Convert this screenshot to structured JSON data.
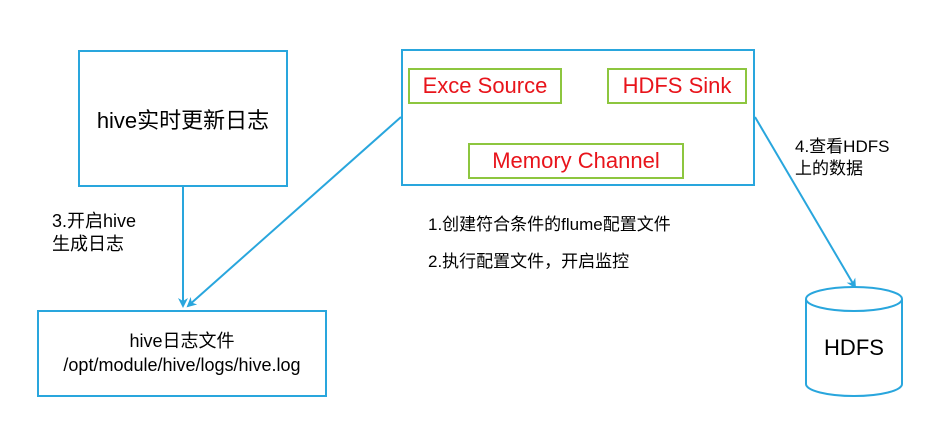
{
  "hive_realtime_box": {
    "label": "hive实时更新日志"
  },
  "flume_agent": {
    "source_label": "Exce Source",
    "sink_label": "HDFS Sink",
    "channel_label": "Memory Channel"
  },
  "step3": {
    "line1": "3.开启hive",
    "line2": "生成日志"
  },
  "steps12": {
    "step1": "1.创建符合条件的flume配置文件",
    "step2": "2.执行配置文件，开启监控"
  },
  "step4": {
    "line1": "4.查看HDFS",
    "line2": "上的数据"
  },
  "hive_log_box": {
    "line1": "hive日志文件",
    "line2": "/opt/module/hive/logs/hive.log"
  },
  "hdfs_cylinder": {
    "label": "HDFS"
  },
  "colors": {
    "box_border": "#29a6dd",
    "arrow": "#29a6dd",
    "inner_border": "#8dc63f",
    "inner_text": "#e8141b"
  }
}
